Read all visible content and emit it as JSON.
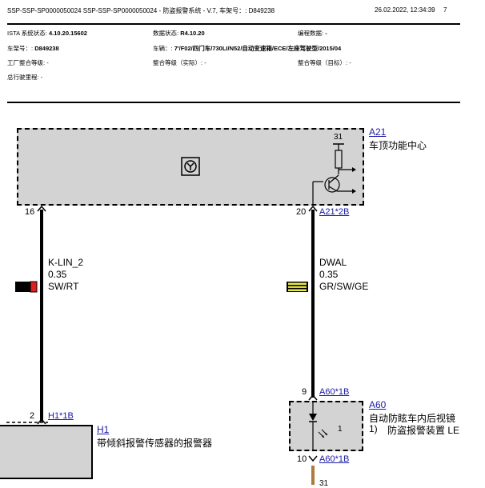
{
  "header": {
    "title": "SSP-SSP-SP0000050024 SSP-SSP-SP0000050024 - 防盗报警系统 - V.7, 车架号：: D849238",
    "datetime": "26.02.2022, 12:34:39",
    "page": "7"
  },
  "meta": {
    "ista_label": "ISTA 系统状态:",
    "ista_value": "4.10.20.15602",
    "data_label": "数据状态:",
    "data_value": "R4.10.20",
    "prog_label": "编程数据:",
    "prog_value": "-",
    "vin_label": "车架号：:",
    "vin_value": "D849238",
    "vehicle_label": "车辆：:",
    "vehicle_value": "7'/F02/四门车/730LI/N52/自动变速箱/ECE/左座驾驶型/2015/04",
    "factory_label": "工厂整合等级:",
    "factory_value": "-",
    "actual_label": "整合等级（实际）:",
    "actual_value": "-",
    "target_label": "整合等级（目标）:",
    "target_value": "-",
    "mileage_label": "总行驶里程:",
    "mileage_value": "-"
  },
  "components": {
    "a21": {
      "id": "A21",
      "name": "车顶功能中心",
      "ground_pin": "31"
    },
    "a60": {
      "id": "A60",
      "name": "自动防眩车内后视镜",
      "note_num": "1)",
      "note": "防盗报警装置 LE",
      "inner_label": "1"
    },
    "h1": {
      "id": "H1",
      "name": "带倾斜报警传感器的报警器"
    },
    "bottom_ground": "31"
  },
  "wires": {
    "left": {
      "name": "K-LIN_2",
      "size": "0.35",
      "color": "SW/RT",
      "pin_top": "16",
      "pin_bottom": "2",
      "connector_bottom": "H1*1B"
    },
    "right": {
      "name": "DWAL",
      "size": "0.35",
      "color": "GR/SW/GE",
      "pin_top": "20",
      "connector_top": "A21*2B",
      "pin_bottom": "9",
      "connector_bottom": "A60*1B",
      "pin_next": "10",
      "connector_next": "A60*1B"
    }
  },
  "colors": {
    "wire_black": "#000000",
    "left_swatch_red": "#e02020",
    "right_swatch_green": "#d6d63a",
    "right_swatch_yellow": "#e8e84a",
    "bottom_wire_brown": "#b07a3a",
    "box_fill": "#d3d3d3",
    "link_blue": "#1a1aa6"
  },
  "icons": [
    "tilt-sensor-icon",
    "transistor-icon",
    "ground-symbol-icon",
    "diode-icon",
    "connector-pin-icon"
  ]
}
